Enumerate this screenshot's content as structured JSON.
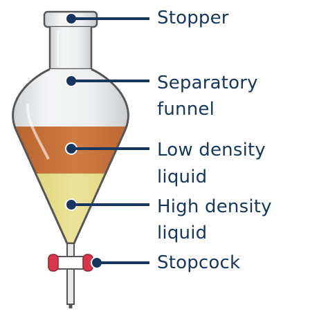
{
  "colors": {
    "label_text": "#16365f",
    "callout_line": "#16365f",
    "glass_outline": "#555555",
    "glass_fill": "#e8eaec",
    "low_density_liquid": "#c8743b",
    "high_density_liquid": "#e3da7e",
    "stopcock_red": "#d9364b"
  },
  "labels": {
    "stopper": "Stopper",
    "separatory_funnel_line1": "Separatory",
    "separatory_funnel_line2": "funnel",
    "low_density_line1": "Low density",
    "low_density_line2": "liquid",
    "high_density_line1": "High density",
    "high_density_line2": "liquid",
    "stopcock": "Stopcock"
  }
}
